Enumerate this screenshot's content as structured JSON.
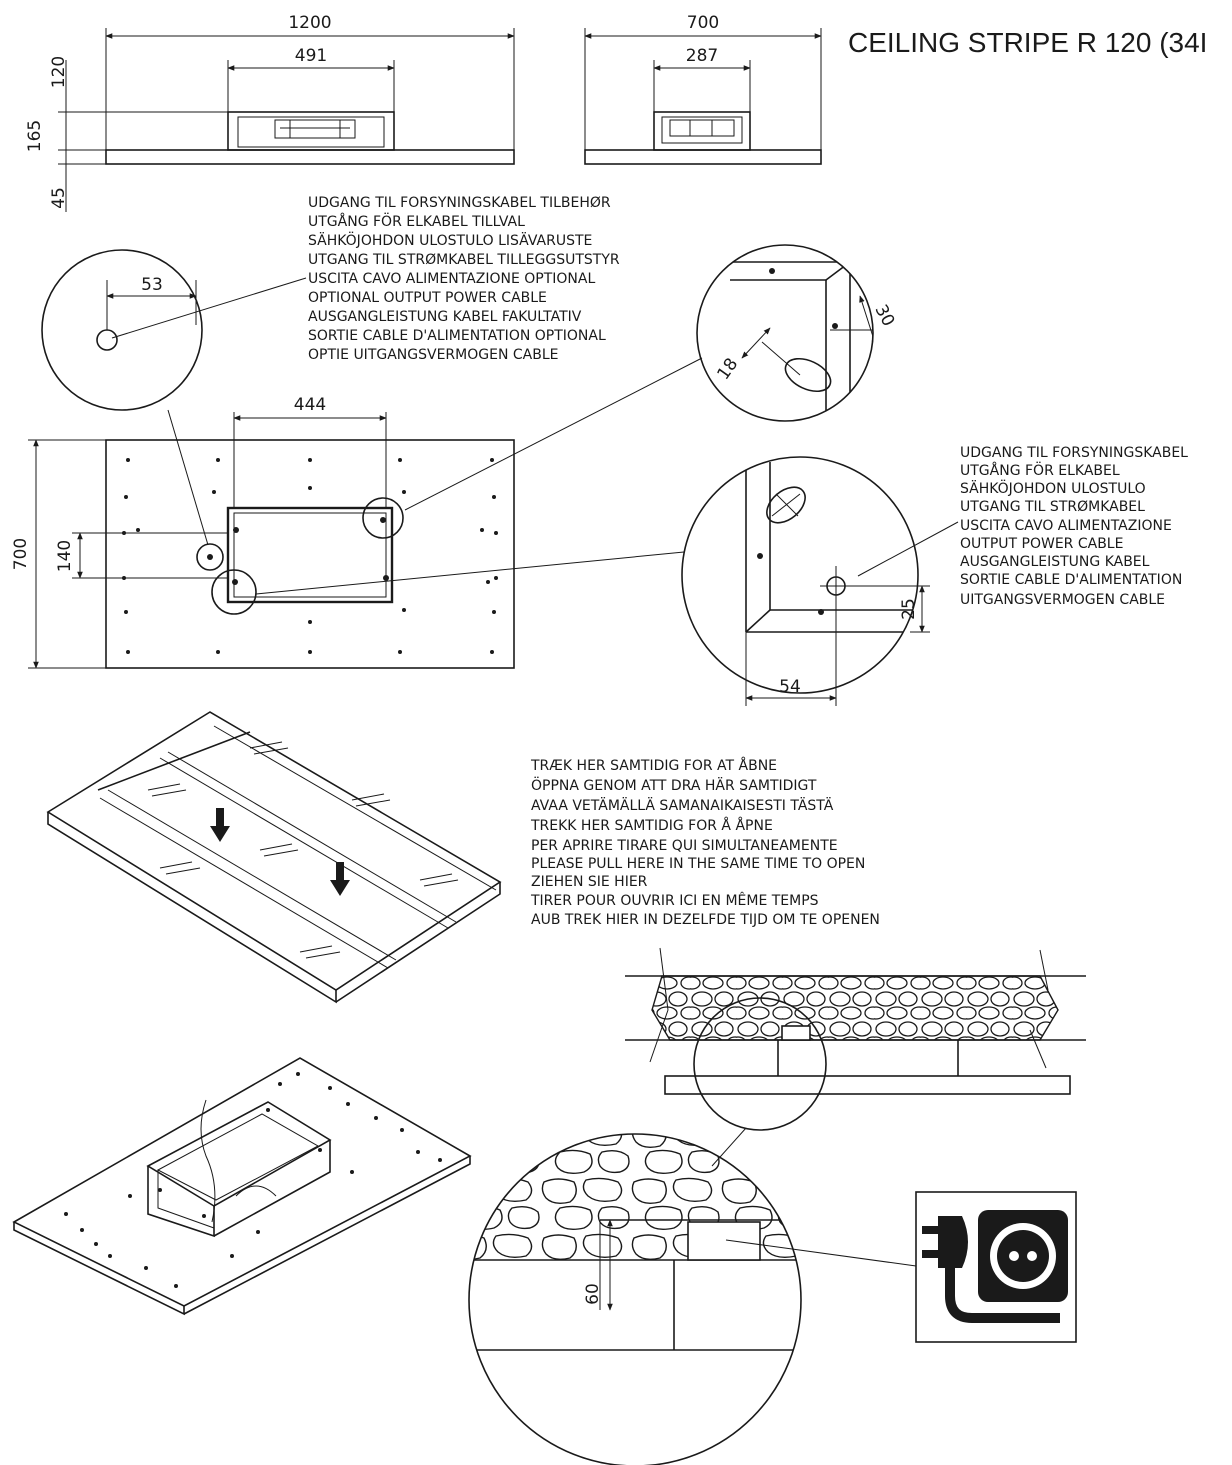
{
  "title": "CEILING STRIPE R 120 (34I",
  "front_view": {
    "width": "1200",
    "box_width": "491",
    "height_upper": "120",
    "height_total": "165",
    "panel_thickness": "45"
  },
  "side_view": {
    "width": "700",
    "box_width": "287"
  },
  "detail_hole": {
    "offset": "53"
  },
  "cable_note_optional": [
    "UDGANG TIL FORSYNINGSKABEL TILBEHØR",
    "UTGÅNG FÖR ELKABEL TILLVAL",
    "SÄHKÖJOHDON ULOSTULO LISÄVARUSTE",
    "UTGANG TIL STRØMKABEL TILLEGGSUTSTYR",
    "USCITA CAVO ALIMENTAZIONE OPTIONAL",
    "OPTIONAL OUTPUT POWER CABLE",
    "AUSGANGLEISTUNG KABEL FAKULTATIV",
    "SORTIE CABLE D'ALIMENTATION OPTIONAL",
    "OPTIE UITGANGSVERMOGEN CABLE"
  ],
  "detail_corner_top": {
    "dim_a": "18",
    "dim_b": "30"
  },
  "plan_view": {
    "box_width": "444",
    "height": "700",
    "hole_offset": "140"
  },
  "cable_note": [
    "UDGANG TIL FORSYNINGSKABEL",
    "UTGÅNG FÖR ELKABEL",
    "SÄHKÖJOHDON ULOSTULO",
    "UTGANG TIL STRØMKABEL",
    "USCITA CAVO ALIMENTAZIONE",
    "OUTPUT POWER CABLE",
    "AUSGANGLEISTUNG KABEL",
    "SORTIE CABLE D'ALIMENTATION",
    "UITGANGSVERMOGEN CABLE"
  ],
  "detail_corner_bottom": {
    "dim_x": "54",
    "dim_y": "25"
  },
  "pull_note": [
    "TRÆK HER SAMTIDIG FOR AT ÅBNE",
    "ÖPPNA GENOM ATT DRA HÄR SAMTIDIGT",
    "AVAA VETÄMÄLLÄ SAMANAIKAISESTI TÄSTÄ",
    "TREKK HER SAMTIDIG FOR Å ÅPNE",
    "PER APRIRE TIRARE QUI SIMULTANEAMENTE",
    "PLEASE PULL HERE IN THE SAME TIME TO OPEN",
    "ZIEHEN SIE HIER",
    "TIRER POUR OUVRIR ICI EN MÊME TEMPS",
    "AUB TREK HIER IN DEZELFDE TIJD OM TE OPENEN"
  ],
  "ceiling_detail": {
    "depth": "60"
  },
  "icons": [
    "power-plug-icon",
    "wall-socket-icon"
  ]
}
